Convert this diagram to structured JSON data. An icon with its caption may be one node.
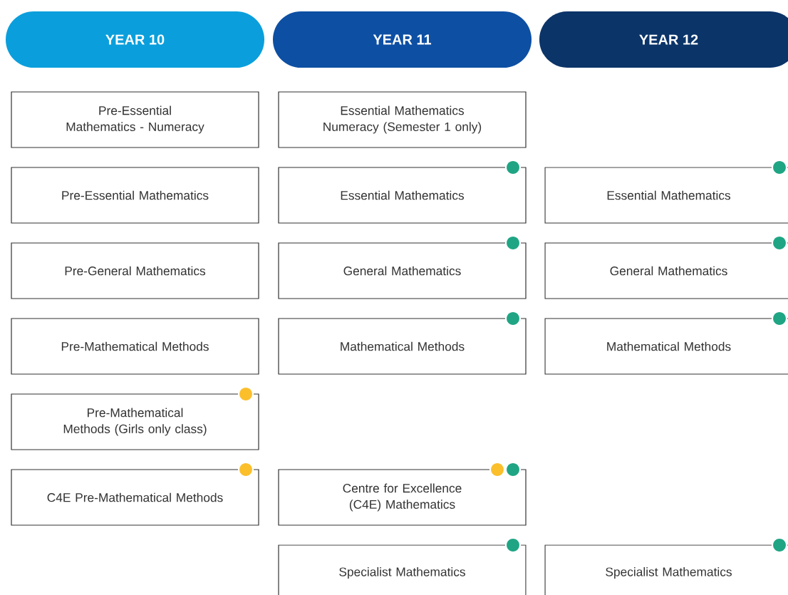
{
  "diagram": {
    "nodes": [
      {
        "text": [
          "YEAR 10"
        ]
      },
      {
        "text": [
          "YEAR 11"
        ]
      },
      {
        "text": [
          "YEAR 12"
        ]
      },
      {
        "text": [
          "Pre-Essential Mathematics - Numeracy"
        ]
      },
      {
        "text": [
          "Essential Mathematics Numeracy (Semester 1 only)"
        ]
      },
      {
        "text": [
          "Pre-Essential Mathematics"
        ]
      },
      {
        "text": [
          "Essential Mathematics"
        ]
      },
      {
        "text": [
          "Essential Mathematics"
        ]
      },
      {
        "text": [
          "Pre-General Mathematics"
        ]
      },
      {
        "text": [
          "General Mathematics"
        ]
      },
      {
        "text": [
          "General Mathematics"
        ]
      },
      {
        "text": [
          "Pre-Mathematical Methods"
        ]
      },
      {
        "text": [
          "Mathematical Methods"
        ]
      },
      {
        "text": [
          "Mathematical Methods"
        ]
      },
      {
        "text": [
          "Pre-Mathematical Methods (Girls only class)"
        ]
      },
      {
        "text": [
          "C4E Pre-Mathematical Methods"
        ]
      },
      {
        "text": [
          "Centre for Excellence (C4E) Mathematics"
        ]
      },
      {
        "text": [
          "Specialist Mathematics"
        ]
      },
      {
        "text": [
          "Specialist Mathematics"
        ]
      }
    ]
  }
}
